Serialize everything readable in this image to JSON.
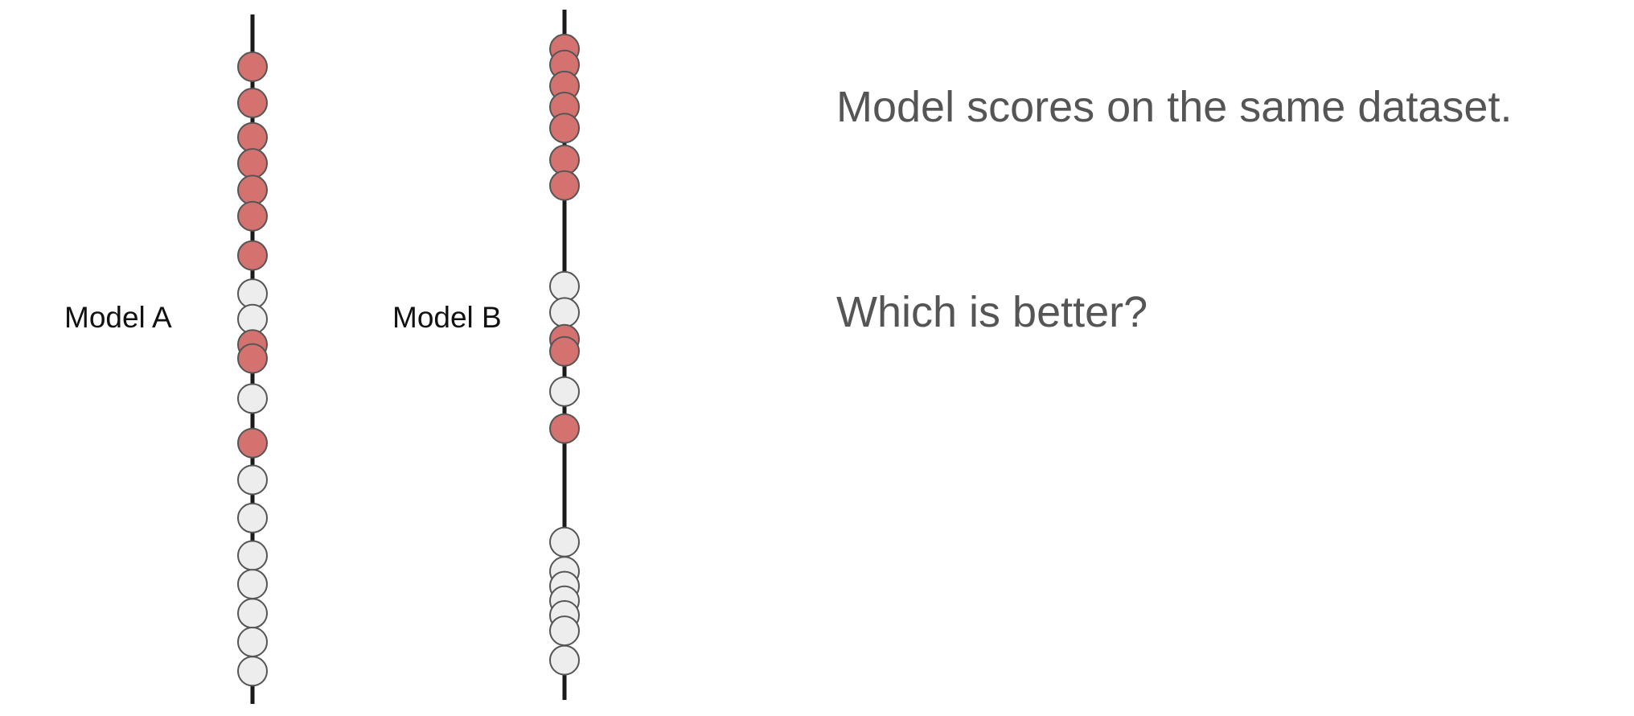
{
  "colors": {
    "positive": "#d4726f",
    "negative": "#ededed",
    "stroke": "#555555",
    "axis": "#1a1a1a",
    "text": "#111111",
    "caption": "#555555"
  },
  "text": {
    "caption_1": "Model scores on the same dataset.",
    "caption_2": "Which is better?"
  },
  "models": [
    {
      "label": "Model A",
      "points": [
        {
          "score": 0.962,
          "class": "positive"
        },
        {
          "score": 0.905,
          "class": "positive"
        },
        {
          "score": 0.851,
          "class": "positive"
        },
        {
          "score": 0.81,
          "class": "positive"
        },
        {
          "score": 0.768,
          "class": "positive"
        },
        {
          "score": 0.727,
          "class": "positive"
        },
        {
          "score": 0.665,
          "class": "positive"
        },
        {
          "score": 0.605,
          "class": "negative"
        },
        {
          "score": 0.565,
          "class": "negative"
        },
        {
          "score": 0.525,
          "class": "positive"
        },
        {
          "score": 0.503,
          "class": "positive"
        },
        {
          "score": 0.44,
          "class": "negative"
        },
        {
          "score": 0.37,
          "class": "positive"
        },
        {
          "score": 0.312,
          "class": "negative"
        },
        {
          "score": 0.252,
          "class": "negative"
        },
        {
          "score": 0.193,
          "class": "negative"
        },
        {
          "score": 0.148,
          "class": "negative"
        },
        {
          "score": 0.102,
          "class": "negative"
        },
        {
          "score": 0.057,
          "class": "negative"
        },
        {
          "score": 0.011,
          "class": "negative"
        }
      ]
    },
    {
      "label": "Model B",
      "points": [
        {
          "score": 0.98,
          "class": "positive"
        },
        {
          "score": 0.955,
          "class": "positive"
        },
        {
          "score": 0.922,
          "class": "positive"
        },
        {
          "score": 0.889,
          "class": "positive"
        },
        {
          "score": 0.856,
          "class": "positive"
        },
        {
          "score": 0.806,
          "class": "positive"
        },
        {
          "score": 0.766,
          "class": "positive"
        },
        {
          "score": 0.608,
          "class": "negative"
        },
        {
          "score": 0.567,
          "class": "negative"
        },
        {
          "score": 0.525,
          "class": "positive"
        },
        {
          "score": 0.506,
          "class": "positive"
        },
        {
          "score": 0.443,
          "class": "negative"
        },
        {
          "score": 0.385,
          "class": "positive"
        },
        {
          "score": 0.207,
          "class": "negative"
        },
        {
          "score": 0.161,
          "class": "negative"
        },
        {
          "score": 0.138,
          "class": "negative"
        },
        {
          "score": 0.115,
          "class": "negative"
        },
        {
          "score": 0.092,
          "class": "negative"
        },
        {
          "score": 0.068,
          "class": "negative"
        },
        {
          "score": 0.022,
          "class": "negative"
        }
      ]
    }
  ]
}
